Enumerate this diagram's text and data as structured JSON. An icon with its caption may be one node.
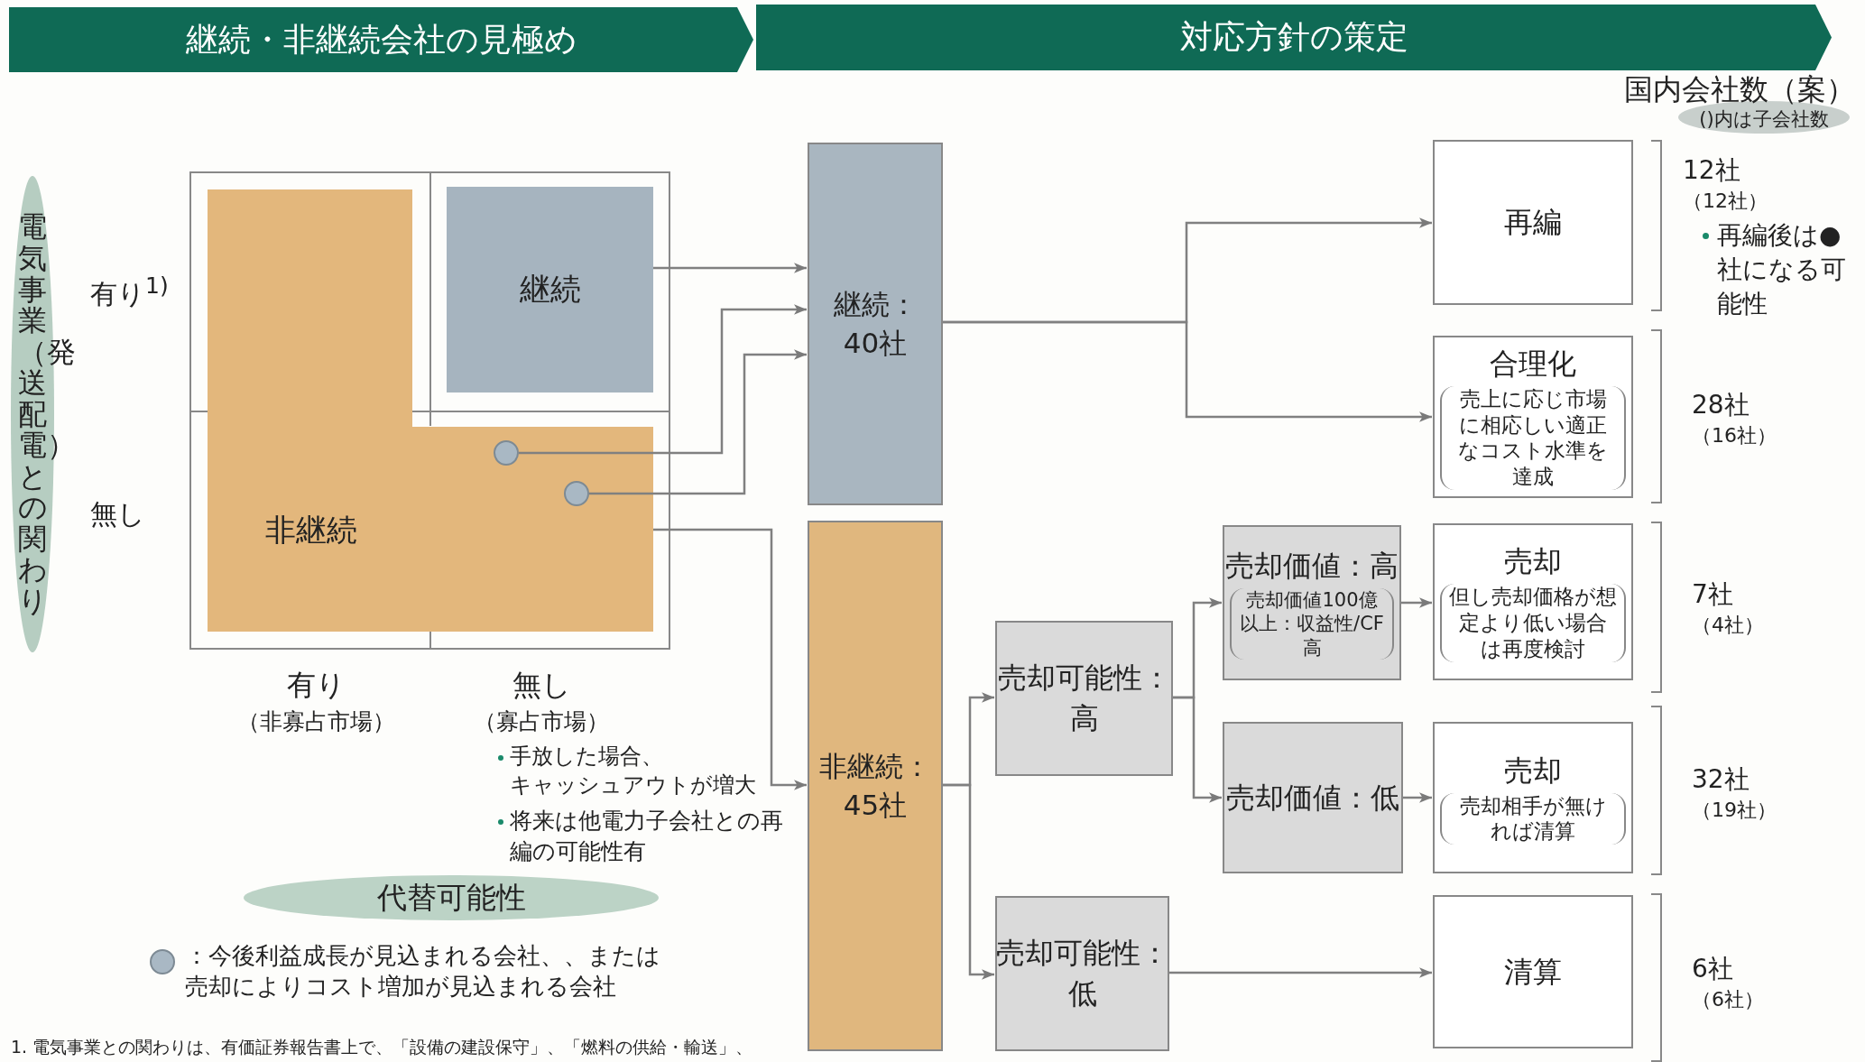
{
  "diagram": {
    "nodes": [
      {
        "text": [
          "継続・非継続会社の見極め"
        ]
      },
      {
        "text": [
          "対応方針の策定"
        ]
      },
      {
        "text": [
          "国内会社数（案）",
          "()内は子会社数"
        ]
      },
      {
        "text": [
          "電気事業（発送配電）との関わり"
        ]
      },
      {
        "text": [
          "継続"
        ]
      },
      {
        "text": [
          "非継続"
        ]
      },
      {
        "text": [],
        "shape": "circle",
        "in": 5
      },
      {
        "text": [],
        "shape": "circle",
        "in": 5
      },
      {
        "text": [
          "代替可能性"
        ]
      },
      {
        "text": [
          "継続：40社"
        ]
      },
      {
        "text": [
          "非継続：45社"
        ]
      },
      {
        "text": [
          "再編"
        ],
        "beside": [
          "12社",
          "（12社）",
          "再編後は●社になる可能性"
        ]
      },
      {
        "text": [
          "合理化",
          "売上に応じ市場に相応しい適正なコスト水準を達成"
        ],
        "beside": [
          "28社",
          "（16社）"
        ]
      },
      {
        "text": [
          "売却可能性：高"
        ]
      },
      {
        "text": [
          "売却可能性：低"
        ]
      },
      {
        "text": [
          "売却価値：高",
          "売却価値100億以上：収益性/CF高"
        ]
      },
      {
        "text": [
          "売却価値：低"
        ]
      },
      {
        "text": [
          "売却",
          "但し売却価格が想定より低い場合は再度検討"
        ],
        "beside": [
          "7社",
          "（4社）"
        ]
      },
      {
        "text": [
          "売却",
          "売却相手が無ければ清算"
        ],
        "beside": [
          "32社",
          "（19社）"
        ]
      },
      {
        "text": [
          "清算"
        ],
        "beside": [
          "6社",
          "（6社）"
        ]
      }
    ],
    "edges": [
      {
        "from": 4,
        "to": 9,
        "arrow": "to"
      },
      {
        "from": 6,
        "to": 9,
        "arrow": "to"
      },
      {
        "from": 7,
        "to": 9,
        "arrow": "to"
      },
      {
        "from": 5,
        "to": 10,
        "arrow": "to"
      },
      {
        "from": 9,
        "to": 11,
        "arrow": "to"
      },
      {
        "from": 9,
        "to": 12,
        "arrow": "to"
      },
      {
        "from": 10,
        "to": 13,
        "arrow": "to"
      },
      {
        "from": 10,
        "to": 14,
        "arrow": "to"
      },
      {
        "from": 13,
        "to": 15,
        "arrow": "to"
      },
      {
        "from": 13,
        "to": 16,
        "arrow": "to"
      },
      {
        "from": 15,
        "to": 17,
        "arrow": "to"
      },
      {
        "from": 16,
        "to": 18,
        "arrow": "to"
      },
      {
        "from": 14,
        "to": 19,
        "arrow": "to"
      }
    ],
    "labels": [
      "有り$^{1)}$",
      "無し",
      "有り",
      "（非寡占市場）",
      "無し",
      "（寡占市場）",
      "手放した場合、キャッシュアウトが増大",
      "将来は他電力子会社との再編の可能性有",
      "1. 電気事業との関わりは、有価証券報告書上で、「設備の建設保守」、「燃料の供給・輸送」、"
    ],
    "legend": [
      {
        "text": "：今後利益成長が見込まれる会社、、または売却によりコスト増加が見込まれる会社"
      }
    ]
  }
}
